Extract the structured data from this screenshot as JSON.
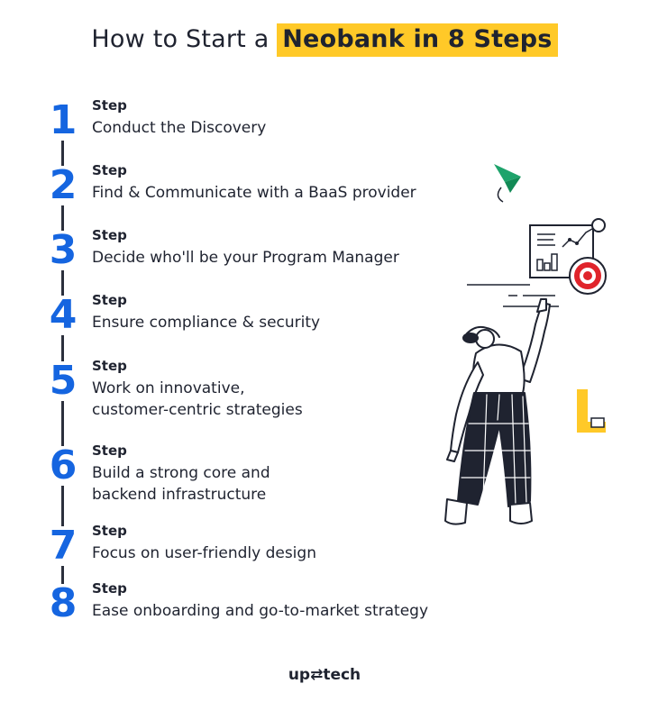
{
  "title": {
    "prefix": "How to Start a",
    "highlight": "Neobank in 8 Steps"
  },
  "steps": [
    {
      "number": "1",
      "kicker": "Step",
      "text": "Conduct the Discovery"
    },
    {
      "number": "2",
      "kicker": "Step",
      "text": "Find & Communicate with a BaaS provider"
    },
    {
      "number": "3",
      "kicker": "Step",
      "text": "Decide who'll be your Program Manager"
    },
    {
      "number": "4",
      "kicker": "Step",
      "text": "Ensure compliance & security"
    },
    {
      "number": "5",
      "kicker": "Step",
      "text": "Work on innovative,\ncustomer-centric strategies"
    },
    {
      "number": "6",
      "kicker": "Step",
      "text": "Build a strong core and\nbackend infrastructure"
    },
    {
      "number": "7",
      "kicker": "Step",
      "text": "Focus on user-friendly design"
    },
    {
      "number": "8",
      "kicker": "Step",
      "text": "Ease onboarding and go-to-market strategy"
    }
  ],
  "brand": "up⇄tech",
  "colors": {
    "accent_blue": "#1565e0",
    "highlight_yellow": "#ffc928",
    "target_red": "#e0242b",
    "arrow_green": "#1ea36b",
    "ink": "#1f2330"
  },
  "illustration": {
    "icons": [
      "paper-plane-icon",
      "analytics-dashboard-icon",
      "target-icon",
      "person-pointing-figure",
      "corner-bracket-icon"
    ]
  }
}
